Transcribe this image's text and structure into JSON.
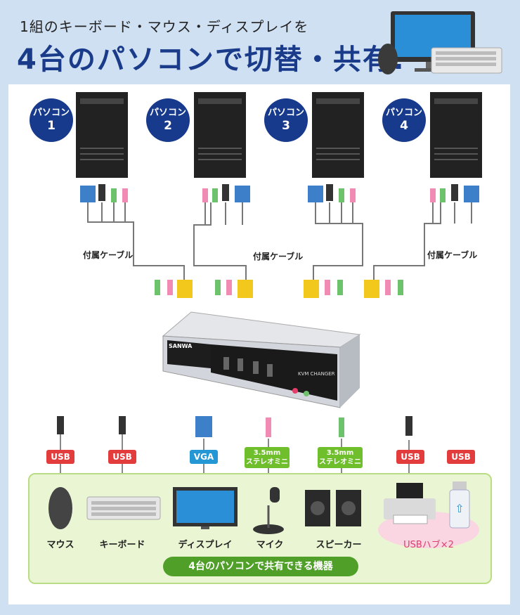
{
  "header": {
    "subtitle": "1組のキーボード・マウス・ディスプレイを",
    "title": "4台のパソコンで切替・共有!"
  },
  "pcs": [
    {
      "label": "パソコン",
      "num": "1"
    },
    {
      "label": "パソコン",
      "num": "2"
    },
    {
      "label": "パソコン",
      "num": "3"
    },
    {
      "label": "パソコン",
      "num": "4"
    }
  ],
  "cable_labels": [
    "付属ケーブル",
    "付属ケーブル",
    "付属ケーブル"
  ],
  "device": {
    "brand": "SANWA",
    "model": "KVM CHANGER"
  },
  "ports": [
    {
      "tag": "USB",
      "style": "red"
    },
    {
      "tag": "USB",
      "style": "red"
    },
    {
      "tag": "VGA",
      "style": "blue"
    },
    {
      "tag_line1": "3.5mm",
      "tag_line2": "ステレオミニ",
      "style": "green"
    },
    {
      "tag_line1": "3.5mm",
      "tag_line2": "ステレオミニ",
      "style": "green"
    },
    {
      "tag": "USB",
      "style": "red"
    },
    {
      "tag": "USB",
      "style": "red"
    }
  ],
  "devices": {
    "mouse": "マウス",
    "keyboard": "キーボード",
    "display": "ディスプレイ",
    "mic": "マイク",
    "speaker": "スピーカー",
    "hub": "USBハブ×2"
  },
  "shared_label": "4台のパソコンで共有できる機器",
  "colors": {
    "navy": "#173a8c",
    "red": "#e23c3c",
    "blue": "#2497d4",
    "green": "#6fbf2c",
    "panel_green": "#eaf6d3"
  }
}
